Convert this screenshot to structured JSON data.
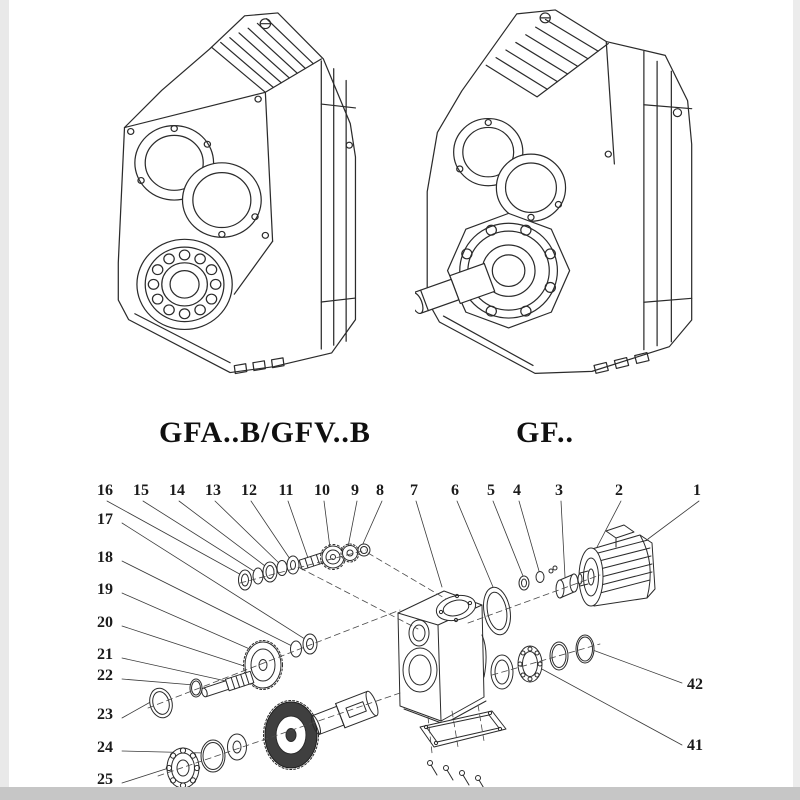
{
  "figures": {
    "left_label": "GFA..B/GFV..B",
    "right_label": "GF.."
  },
  "exploded": {
    "top_numbers": [
      "16",
      "15",
      "14",
      "13",
      "12",
      "11",
      "10",
      "9",
      "8",
      "7",
      "6",
      "5",
      "4",
      "3",
      "2",
      "1"
    ],
    "left_numbers": [
      "17",
      "18",
      "19",
      "20",
      "21",
      "22",
      "23",
      "24",
      "25"
    ],
    "right_numbers": [
      "42",
      "41"
    ]
  },
  "colors": {
    "ink": "#2b2b2b",
    "paper": "#ffffff",
    "gear_fill": "#3f3f3f",
    "scan_edge": "#e9e9e9",
    "scan_bottom": "#c6c6c6"
  }
}
